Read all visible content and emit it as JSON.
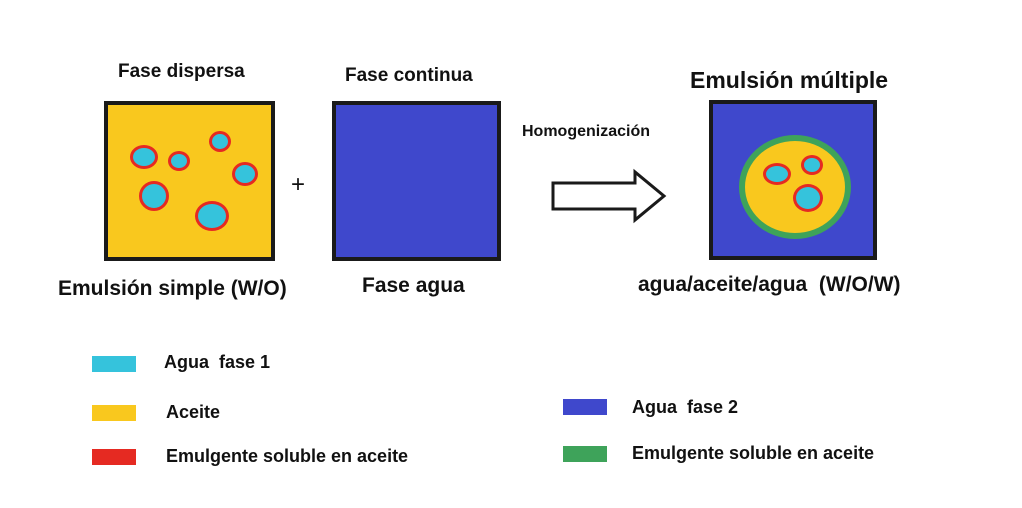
{
  "labels": {
    "dispersed_phase": "Fase dispersa",
    "continuous_phase": "Fase continua",
    "multiple_emulsion": "Emulsión múltiple",
    "simple_emulsion": "Emulsión simple (W/O)",
    "water_phase": "Fase agua",
    "homogenization": "Homogenización",
    "plus": "+",
    "wow": "agua/aceite/agua  (W/O/W)"
  },
  "colors": {
    "water_phase_1": "#35c3dc",
    "oil": "#f9c81e",
    "oil_soluble_emulsifier_red": "#e52a22",
    "water_phase_2": "#3f48cc",
    "emulsifier_green": "#3ea35a",
    "frame": "#1a1a1a"
  },
  "legend": [
    {
      "label": "Agua  fase 1",
      "color": "#35c3dc"
    },
    {
      "label": "Aceite",
      "color": "#f9c81e"
    },
    {
      "label": "Emulgente soluble en aceite",
      "color": "#e52a22"
    },
    {
      "label": "Agua  fase 2",
      "color": "#3f48cc"
    },
    {
      "label": "Emulgente soluble en aceite",
      "color": "#3ea35a"
    }
  ]
}
